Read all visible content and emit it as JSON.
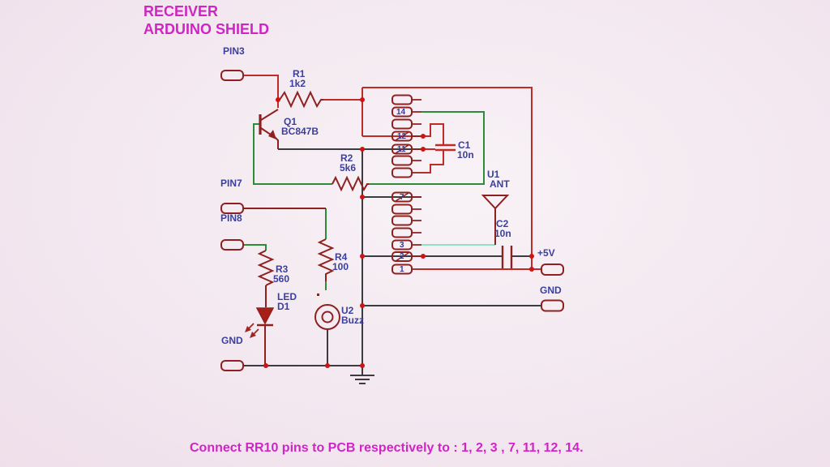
{
  "title": {
    "line1": "RECEIVER",
    "line2": "ARDUINO SHIELD"
  },
  "footer_note": "Connect RR10 pins to PCB respectively to : 1, 2, 3 , 7, 11, 12, 14.",
  "arduino_pins": {
    "pin3": "PIN3",
    "pin7": "PIN7",
    "pin8": "PIN8"
  },
  "power": {
    "plus5v": "+5V",
    "gnd_right": "GND",
    "gnd_left": "GND"
  },
  "components": {
    "r1": {
      "ref": "R1",
      "value": "1k2"
    },
    "r2": {
      "ref": "R2",
      "value": "5k6"
    },
    "r3": {
      "ref": "R3",
      "value": "560"
    },
    "r4": {
      "ref": "R4",
      "value": "100"
    },
    "c1": {
      "ref": "C1",
      "value": "10n"
    },
    "c2": {
      "ref": "C2",
      "value": "10n"
    },
    "q1": {
      "ref": "Q1",
      "value": "BC847B"
    },
    "d1": {
      "ref": "LED",
      "value": "D1"
    },
    "u1": {
      "ref": "U1",
      "value": "ANT"
    },
    "u2": {
      "ref": "U2",
      "value": "Buzz"
    }
  },
  "connector": {
    "name": "RR10",
    "pin_numbers": [
      "14",
      "12",
      "11",
      "7",
      "3",
      "2",
      "1"
    ]
  },
  "colors": {
    "background": "#f3e8f0",
    "title_magenta": "#cf25c4",
    "label_navy": "#3a3f9e",
    "wire_red": "#bf2b26",
    "wire_dark": "#3b3b40",
    "wire_green": "#2e8b3a",
    "wire_cyan": "#8fe0c4",
    "component_maroon": "#8f2020",
    "junction_red": "#cc1512"
  }
}
